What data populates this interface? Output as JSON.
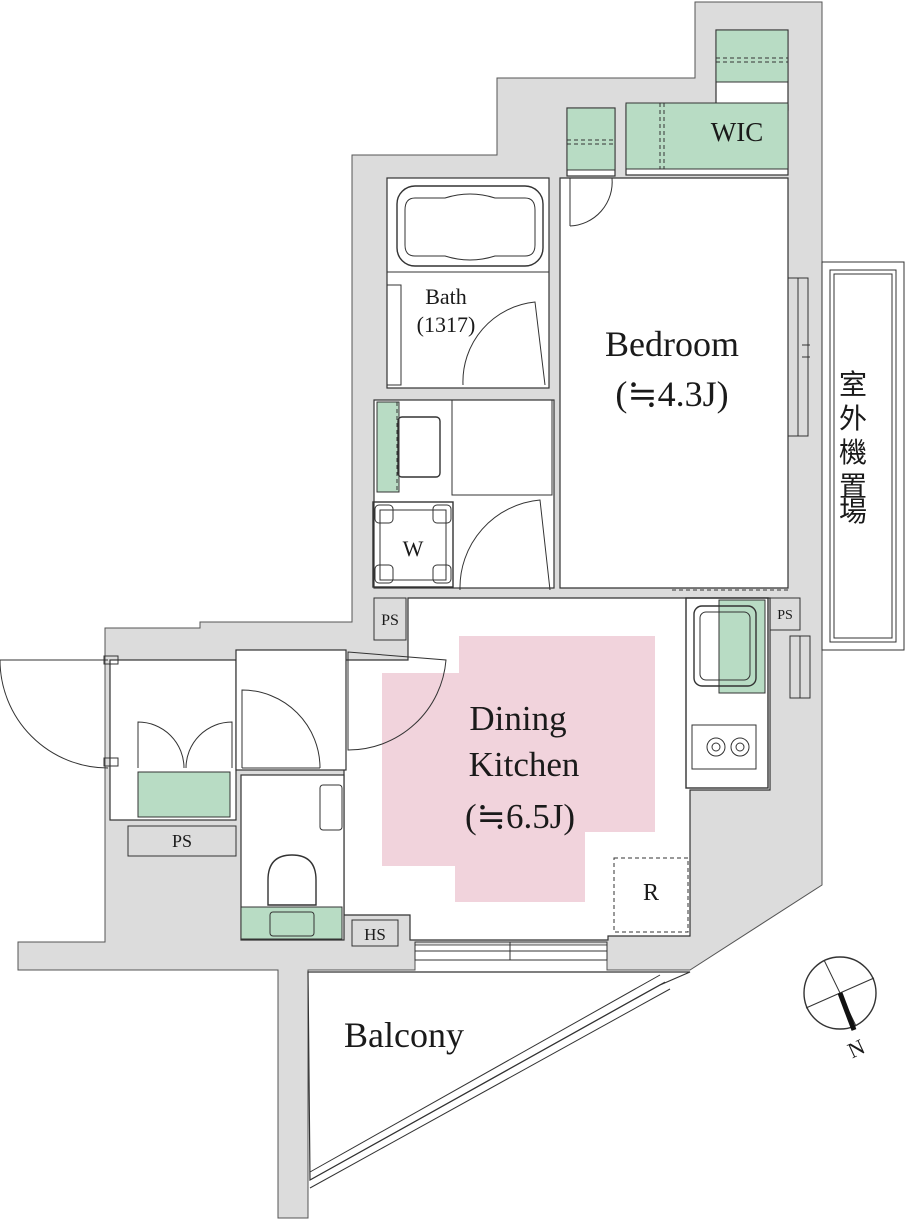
{
  "rooms": {
    "bedroom": {
      "name": "Bedroom",
      "size": "(≒4.3J)"
    },
    "dining_kitchen": {
      "name_line1": "Dining",
      "name_line2": "Kitchen",
      "size": "(≒6.5J)"
    },
    "bath": {
      "name": "Bath",
      "size": "(1317)"
    },
    "wic": "WIC",
    "balcony": "Balcony"
  },
  "labels": {
    "washer": "W",
    "refrigerator": "R",
    "ps": "PS",
    "hs": "HS",
    "outdoor_unit": [
      "室",
      "外",
      "機",
      "置",
      "場"
    ],
    "compass_north": "N"
  },
  "colors": {
    "wall": "#dcdcdc",
    "storage_green": "#b8dcc4",
    "dk_highlight": "#f1d3dc",
    "line": "#333333"
  }
}
